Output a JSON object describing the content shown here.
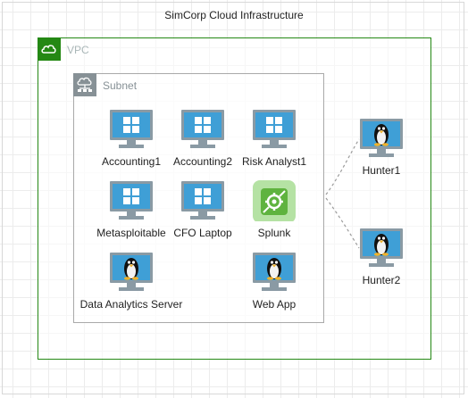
{
  "title": "SimCorp Cloud Infrastructure",
  "vpc": {
    "label": "VPC"
  },
  "subnet": {
    "label": "Subnet"
  },
  "nodes": [
    {
      "label": "Accounting1",
      "icon": "windows-desktop-icon"
    },
    {
      "label": "Accounting2",
      "icon": "windows-desktop-icon"
    },
    {
      "label": "Risk Analyst1",
      "icon": "windows-desktop-icon"
    },
    {
      "label": "Metasploitable",
      "icon": "windows-desktop-icon"
    },
    {
      "label": "CFO Laptop",
      "icon": "windows-desktop-icon"
    },
    {
      "label": "Splunk",
      "icon": "splunk-icon"
    },
    {
      "label": "Data Analytics Server",
      "icon": "linux-desktop-icon"
    },
    {
      "label": "Web App",
      "icon": "linux-desktop-icon"
    },
    {
      "label": "Hunter1",
      "icon": "linux-desktop-icon"
    },
    {
      "label": "Hunter2",
      "icon": "linux-desktop-icon"
    }
  ],
  "colors": {
    "vpc_border": "#248814",
    "subnet_border": "#a9a9a9",
    "monitor_screen": "#3f9fd6",
    "monitor_frame": "#8a9aa4",
    "splunk_bg": "#b5e2a4",
    "splunk_fg": "#5fb33f"
  }
}
